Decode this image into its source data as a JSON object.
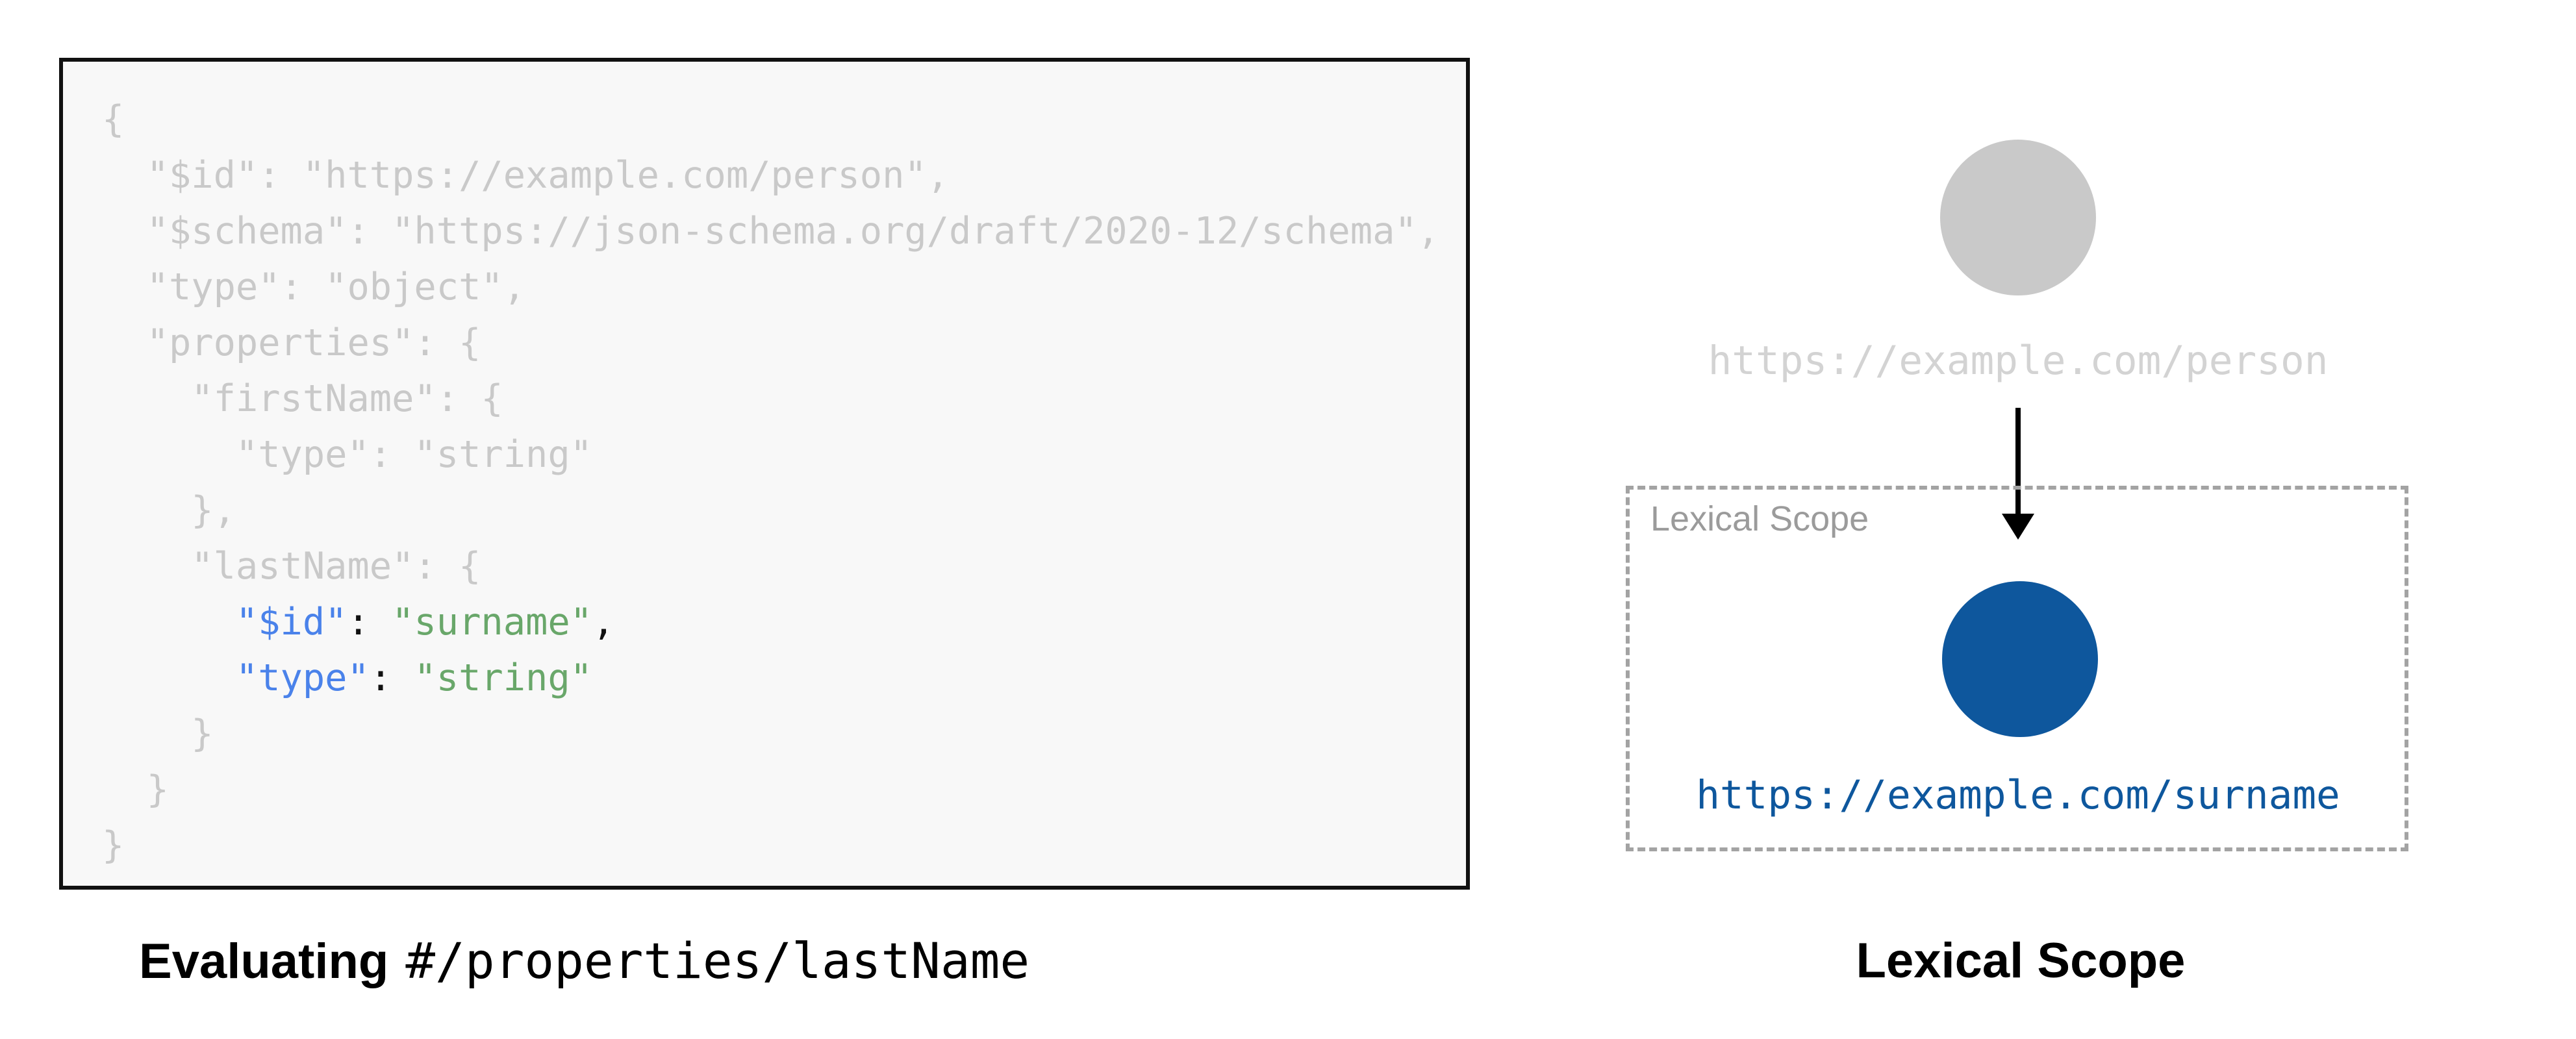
{
  "colors": {
    "accent-blue": "#0e579d",
    "syntax-key-blue": "#4a82ea",
    "syntax-value-green": "#69a76a",
    "muted-gray": "#c9c9c9",
    "light-gray-text": "#d3d3d3",
    "scope-border-gray": "#a3a3a3",
    "scope-label-gray": "#9b9b9b",
    "code-bg": "#f8f8f8",
    "code-border": "#111111"
  },
  "code_panel": {
    "lines": [
      [
        {
          "t": "{",
          "c": "m"
        }
      ],
      [
        {
          "t": "  \"$id\": \"https://example.com/person\",",
          "c": "m"
        }
      ],
      [
        {
          "t": "  \"$schema\": \"https://json-schema.org/draft/2020-12/schema\",",
          "c": "m"
        }
      ],
      [
        {
          "t": "  \"type\": \"object\",",
          "c": "m"
        }
      ],
      [
        {
          "t": "  \"properties\": {",
          "c": "m"
        }
      ],
      [
        {
          "t": "    \"firstName\": {",
          "c": "m"
        }
      ],
      [
        {
          "t": "      \"type\": \"string\"",
          "c": "m"
        }
      ],
      [
        {
          "t": "    },",
          "c": "m"
        }
      ],
      [
        {
          "t": "    \"lastName\": {",
          "c": "m"
        }
      ],
      [
        {
          "t": "      ",
          "c": "m"
        },
        {
          "t": "\"$id\"",
          "c": "k"
        },
        {
          "t": ": ",
          "c": "p"
        },
        {
          "t": "\"surname\"",
          "c": "v"
        },
        {
          "t": ",",
          "c": "p"
        }
      ],
      [
        {
          "t": "      ",
          "c": "m"
        },
        {
          "t": "\"type\"",
          "c": "k"
        },
        {
          "t": ": ",
          "c": "p"
        },
        {
          "t": "\"string\"",
          "c": "v"
        }
      ],
      [
        {
          "t": "    }",
          "c": "m"
        }
      ],
      [
        {
          "t": "  }",
          "c": "m"
        }
      ],
      [
        {
          "t": "}",
          "c": "m"
        }
      ]
    ],
    "caption_bold": "Evaluating",
    "caption_mono": "#/properties/lastName"
  },
  "diagram": {
    "parent_uri": "https://example.com/person",
    "scope_label": "Lexical Scope",
    "child_uri": "https://example.com/surname",
    "caption": "Lexical Scope"
  }
}
